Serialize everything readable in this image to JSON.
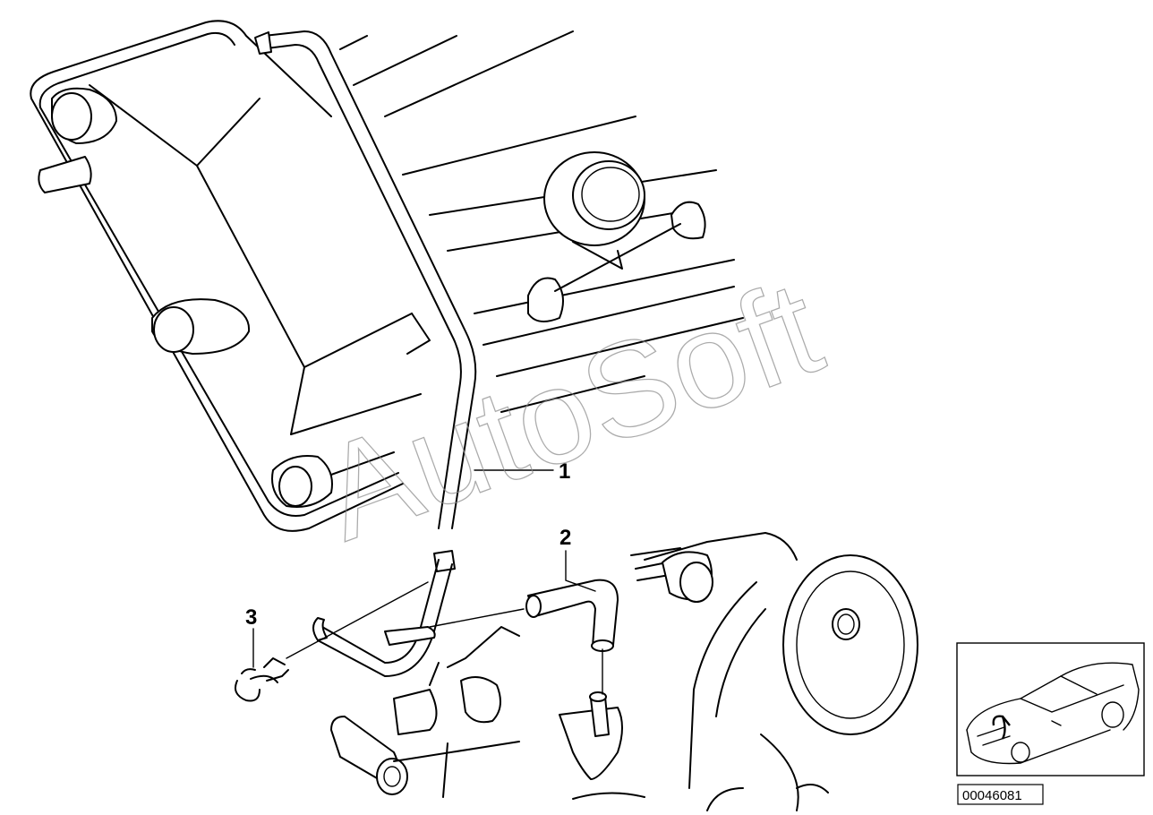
{
  "callouts": [
    {
      "id": "1",
      "label": "1"
    },
    {
      "id": "2",
      "label": "2"
    },
    {
      "id": "3",
      "label": "3"
    }
  ],
  "watermark": "AutoSoft",
  "reference_number": "00046081"
}
